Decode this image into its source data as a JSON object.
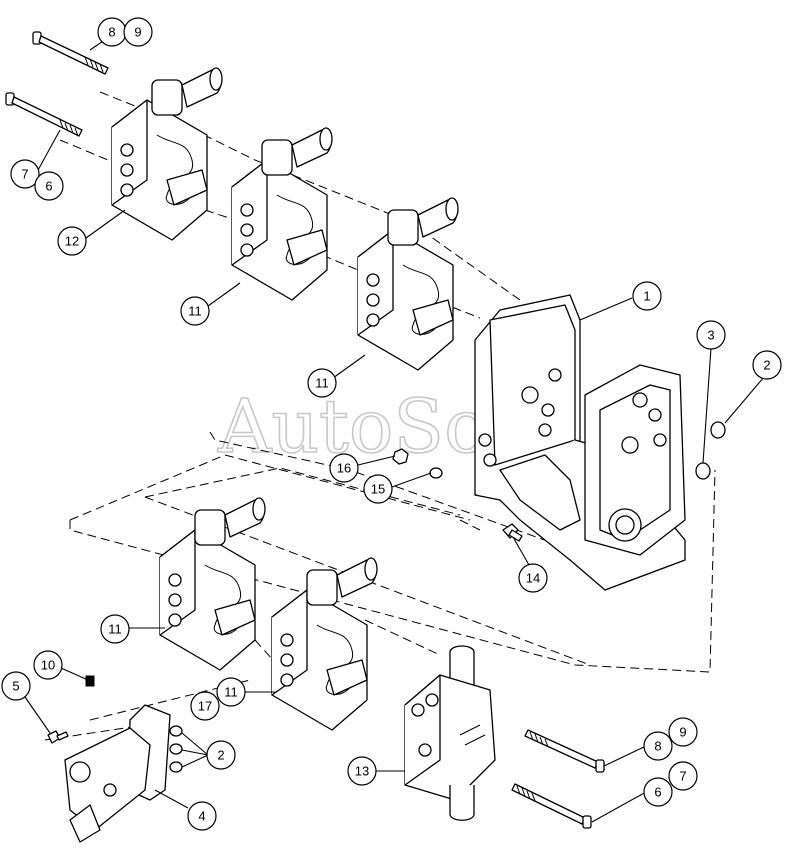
{
  "watermark": "AutoSoft",
  "callouts": [
    {
      "id": "c8-top",
      "label": "8"
    },
    {
      "id": "c9-top",
      "label": "9"
    },
    {
      "id": "c7-left",
      "label": "7"
    },
    {
      "id": "c6-left",
      "label": "6"
    },
    {
      "id": "c12",
      "label": "12"
    },
    {
      "id": "c11-a",
      "label": "11"
    },
    {
      "id": "c11-b",
      "label": "11"
    },
    {
      "id": "c1",
      "label": "1"
    },
    {
      "id": "c3",
      "label": "3"
    },
    {
      "id": "c2-right",
      "label": "2"
    },
    {
      "id": "c16",
      "label": "16"
    },
    {
      "id": "c15",
      "label": "15"
    },
    {
      "id": "c14",
      "label": "14"
    },
    {
      "id": "c11-c",
      "label": "11"
    },
    {
      "id": "c10",
      "label": "10"
    },
    {
      "id": "c5",
      "label": "5"
    },
    {
      "id": "c17",
      "label": "17"
    },
    {
      "id": "c11-d",
      "label": "11"
    },
    {
      "id": "c2-left",
      "label": "2"
    },
    {
      "id": "c4",
      "label": "4"
    },
    {
      "id": "c13",
      "label": "13"
    },
    {
      "id": "c8-bottom",
      "label": "8"
    },
    {
      "id": "c9-bottom",
      "label": "9"
    },
    {
      "id": "c6-bottom",
      "label": "6"
    },
    {
      "id": "c7-bottom",
      "label": "7"
    }
  ]
}
